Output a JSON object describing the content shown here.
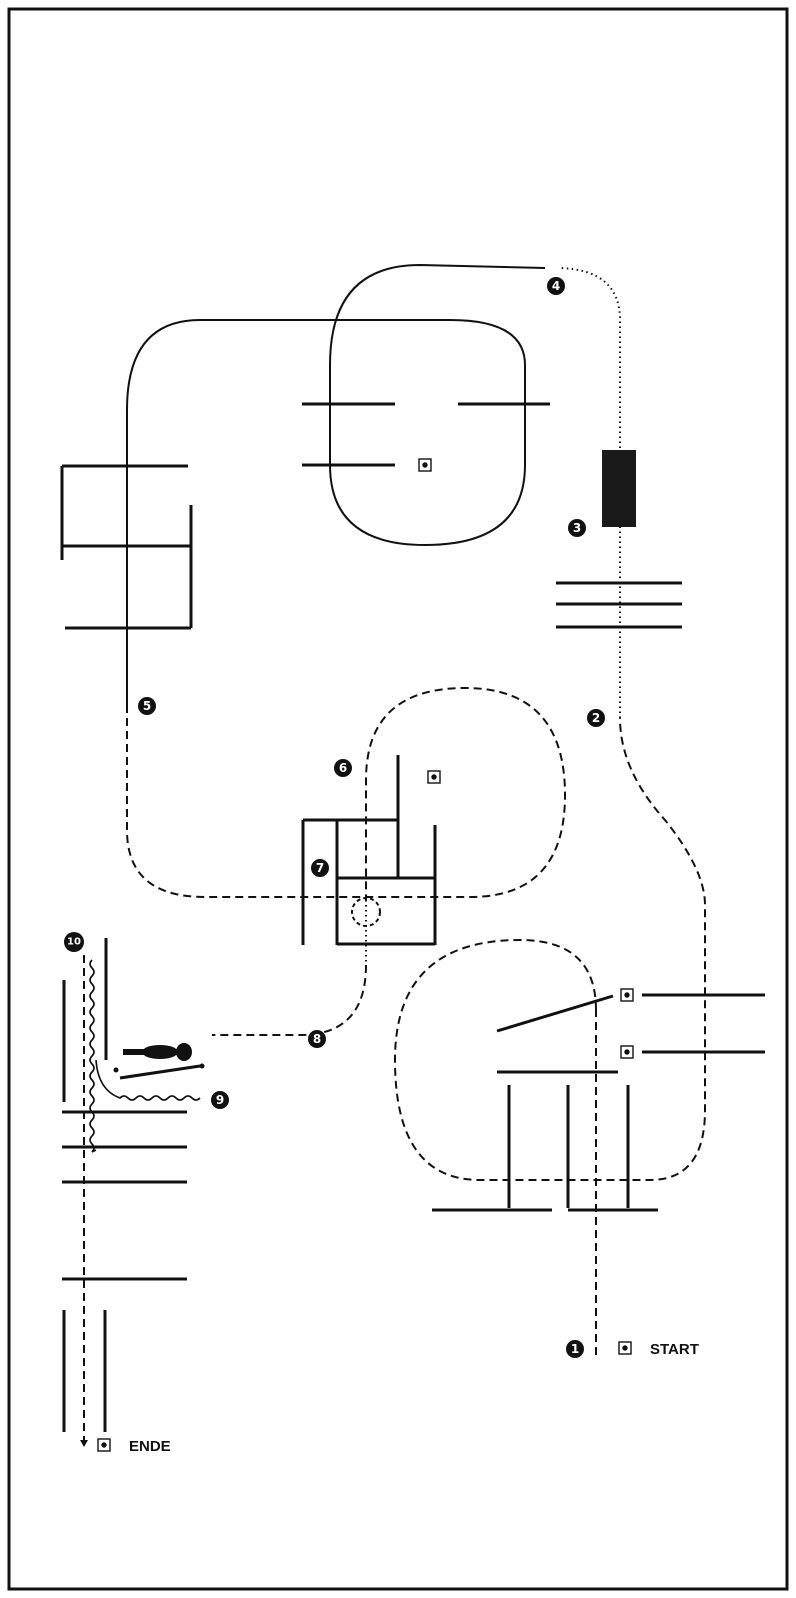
{
  "diagram": {
    "labels": {
      "start": "START",
      "end": "ENDE"
    },
    "markers": [
      "1",
      "2",
      "3",
      "4",
      "5",
      "6",
      "7",
      "8",
      "9",
      "10"
    ],
    "colors": {
      "ink": "#111111",
      "paper": "#ffffff"
    }
  }
}
